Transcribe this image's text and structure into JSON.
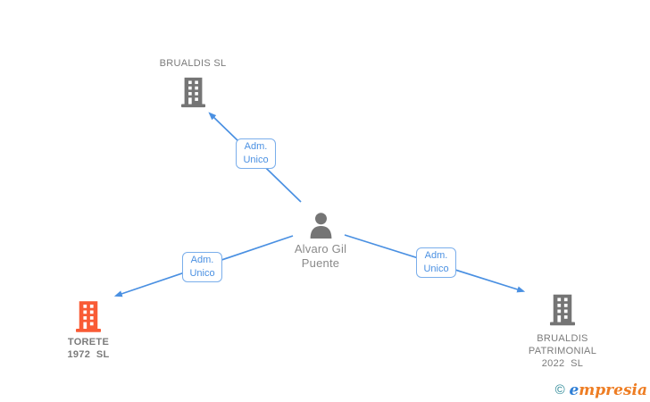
{
  "diagram": {
    "nodes": {
      "company_top": {
        "label": "BRUALDIS SL",
        "icon": "building-icon",
        "icon_color": "#757575"
      },
      "person": {
        "label": "Alvaro Gil\nPuente",
        "icon": "person-icon",
        "icon_color": "#757575"
      },
      "company_left": {
        "label": "TORETE\n1972  SL",
        "icon": "building-icon",
        "icon_color": "#f95b35"
      },
      "company_right": {
        "label": "BRUALDIS\nPATRIMONIAL\n2022  SL",
        "icon": "building-icon",
        "icon_color": "#757575"
      }
    },
    "edges": [
      {
        "from": "person",
        "to": "company_top",
        "label": "Adm.\nUnico"
      },
      {
        "from": "person",
        "to": "company_left",
        "label": "Adm.\nUnico"
      },
      {
        "from": "person",
        "to": "company_right",
        "label": "Adm.\nUnico"
      }
    ]
  },
  "watermark": {
    "copyright": "©",
    "brand_first_letter": "e",
    "brand_rest": "mpresia",
    "brand": "empresia"
  },
  "colors": {
    "edge_blue": "#4a90e2",
    "edge_label_border": "#7aaeeb",
    "edge_label_text": "#4a90e2",
    "icon_gray": "#757575",
    "icon_orange": "#f95b35",
    "label_gray": "#7b7b7b",
    "logo_teal": "#2b8896",
    "logo_blue": "#2f7fd6",
    "logo_orange": "#ee7d23"
  }
}
